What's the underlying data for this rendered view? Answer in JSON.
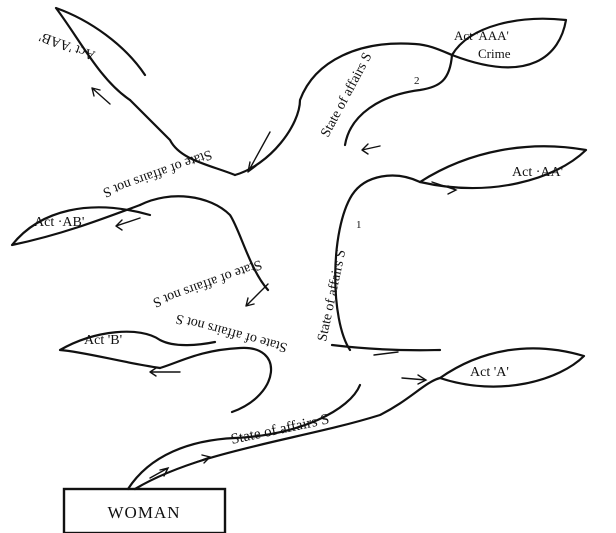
{
  "diagram": {
    "root": "WOMAN",
    "acts": {
      "a": "Act 'A'",
      "aa": "Act ·AA'",
      "aaa_title": "Act 'AAA'",
      "aaa_sub": "Crime",
      "b": "Act 'B'",
      "ab": "Act ·AB'",
      "bb": "Act 'AAB'"
    },
    "paths": {
      "s": "State of affairs S",
      "s1": "State of affairs S",
      "s2": "State of affairs S",
      "not_s": "State of affairs not S",
      "not_s1": "State of affairs not S",
      "not_s2": "State of affairs not S"
    },
    "subscripts": {
      "one": "1",
      "two": "2"
    }
  }
}
